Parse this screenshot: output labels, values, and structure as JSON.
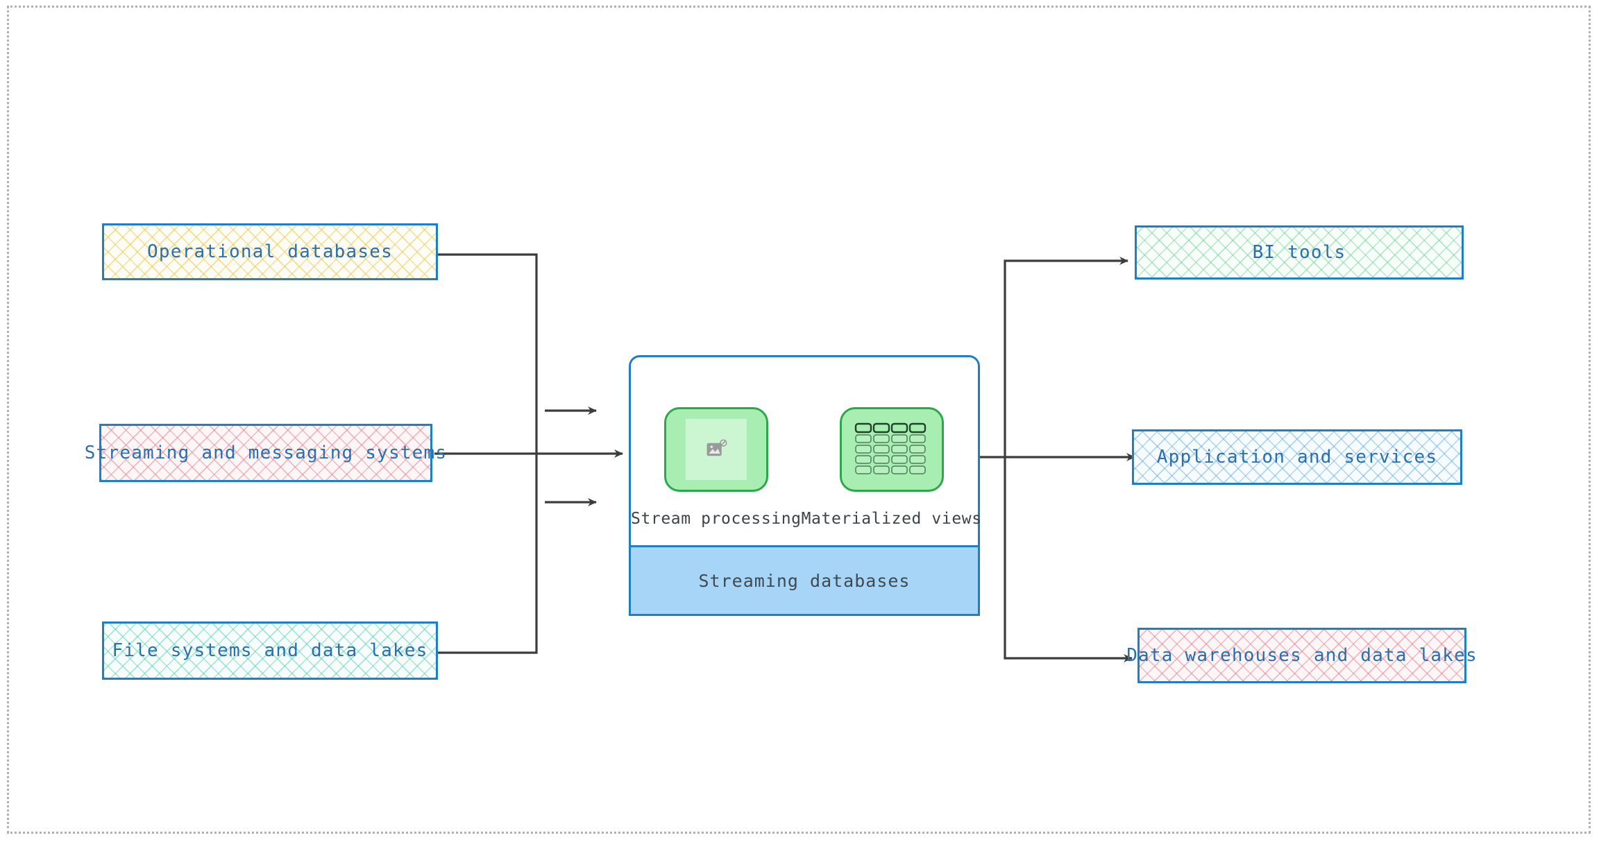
{
  "diagram": {
    "title": "Streaming databases data flow",
    "canvas": {
      "border_style": "dotted",
      "border_color": "#b0b0b0"
    },
    "accent_color": "#1f7fc4",
    "label_color": "#2a6fb0",
    "connector_color": "#3c3c3c"
  },
  "sources": [
    {
      "id": "operational-databases",
      "label": "Operational databases",
      "pattern": "yellow-crosshatch"
    },
    {
      "id": "streaming-and-messaging-systems",
      "label": "Streaming and messaging systems",
      "pattern": "pink-crosshatch"
    },
    {
      "id": "file-systems-and-data-lakes",
      "label": "File systems and data lakes",
      "pattern": "teal-crosshatch"
    }
  ],
  "center": {
    "footer_label": "Streaming databases",
    "footer_color": "#a6d5f7",
    "tiles": [
      {
        "id": "stream-processing",
        "label": "Stream processing",
        "icon": "broken-image-icon",
        "fill": "#a8eeb2",
        "stroke": "#2aa84a"
      },
      {
        "id": "materialized-views",
        "label": "Materialized views",
        "icon": "table-grid-icon",
        "fill": "#a8eeb2",
        "stroke": "#2aa84a"
      }
    ]
  },
  "sinks": [
    {
      "id": "bi-tools",
      "label": "BI tools",
      "pattern": "green-crosshatch"
    },
    {
      "id": "application-and-services",
      "label": "Application and services",
      "pattern": "blue-crosshatch"
    },
    {
      "id": "data-warehouses-and-data-lakes",
      "label": "Data warehouses and data lakes",
      "pattern": "pink-crosshatch"
    }
  ],
  "connectors": {
    "inbound_bus_label": "",
    "outbound_bus_label": "",
    "arrow_count_left": 3,
    "arrow_count_right": 3
  }
}
